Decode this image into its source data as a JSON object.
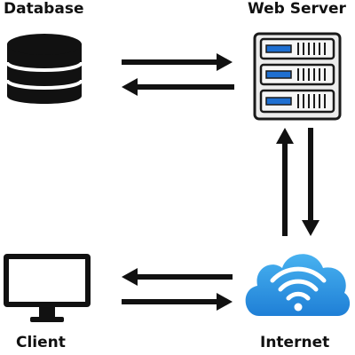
{
  "nodes": {
    "database": {
      "label": "Database"
    },
    "web_server": {
      "label": "Web Server"
    },
    "client": {
      "label": "Client"
    },
    "internet": {
      "label": "Internet"
    }
  },
  "colors": {
    "ink": "#111111",
    "server_body": "#ececec",
    "server_outline": "#1a1a1a",
    "server_bar": "#1e6fd1",
    "cloud_light": "#3aa3ea",
    "cloud_dark": "#1f7fd6",
    "wifi": "#ffffff"
  },
  "icons": {
    "database": "database-icon",
    "web_server": "server-rack-icon",
    "client": "monitor-icon",
    "internet": "wifi-cloud-icon"
  }
}
